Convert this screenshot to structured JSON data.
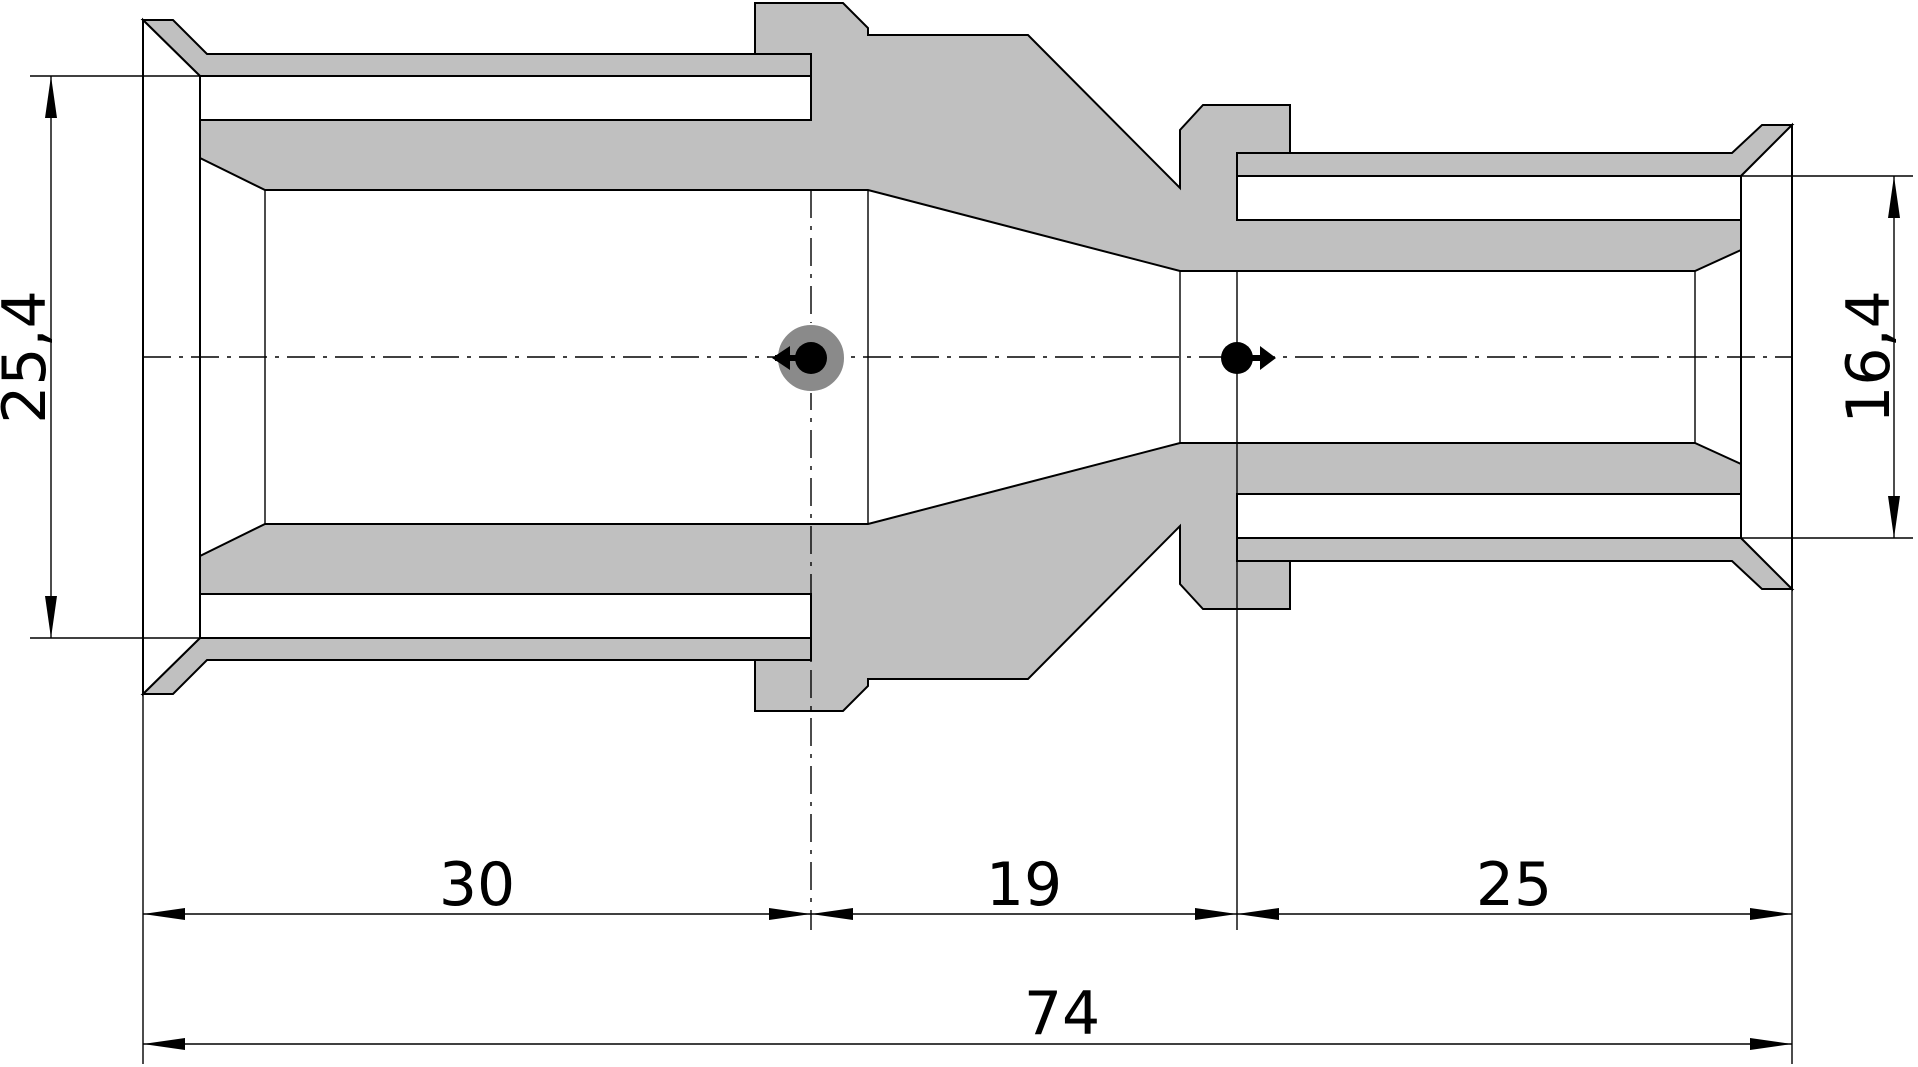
{
  "dimensions": {
    "big_end_diameter": "25,4",
    "small_end_diameter": "16,4",
    "big_end_length": "30",
    "middle_length": "19",
    "small_end_length": "25",
    "total_length": "74"
  },
  "colors": {
    "body_fill": "#c0c0c0",
    "line": "#000000",
    "background": "#ffffff",
    "marker_fill": "#000000",
    "marker_halo": "#8a8a8a"
  }
}
